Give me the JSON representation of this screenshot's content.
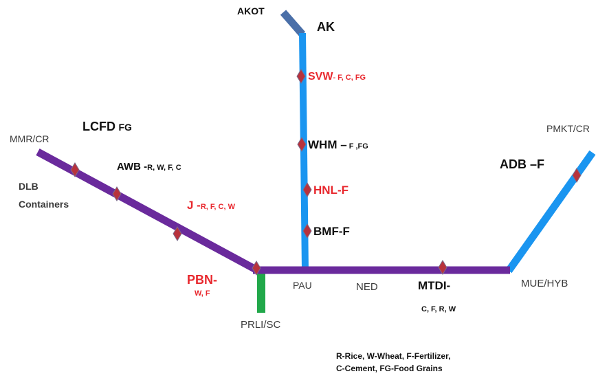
{
  "colors": {
    "purple_line": "#6a2a9c",
    "blue_line": "#1a95f0",
    "green_line": "#21a84a",
    "akot_spur": "#4a6fa8",
    "station_marker": "#b8323c",
    "red_text": "#e8272d"
  },
  "stations": {
    "akot": "AKOT",
    "ak": "AK",
    "svw": "SVW",
    "svw_goods": "- F, C, FG",
    "whm": "WHM –",
    "whm_goods": " F ,FG",
    "hnl": "HNL-F",
    "bmf": "BMF-F",
    "pau": "PAU",
    "ned": "NED",
    "mtdi": "MTDI-",
    "mtdi_goods": "C, F, R, W",
    "mue": "MUE/HYB",
    "pmkt": "PMKT/CR",
    "adb": "ADB –F",
    "mmr": "MMR/CR",
    "lcfd": "LCFD",
    "lcfd_goods": "FG",
    "awb": "AWB -",
    "awb_goods": "R, W, F, C",
    "dlb": "DLB",
    "containers": "Containers",
    "j": "J -",
    "j_goods": "R, F, C, W",
    "pbn": "PBN-",
    "pbn_goods": "W, F",
    "prli": "PRLI/SC"
  },
  "legend": {
    "line1": "R-Rice, W-Wheat, F-Fertilizer,",
    "line2": "C-Cement, FG-Food Grains"
  }
}
